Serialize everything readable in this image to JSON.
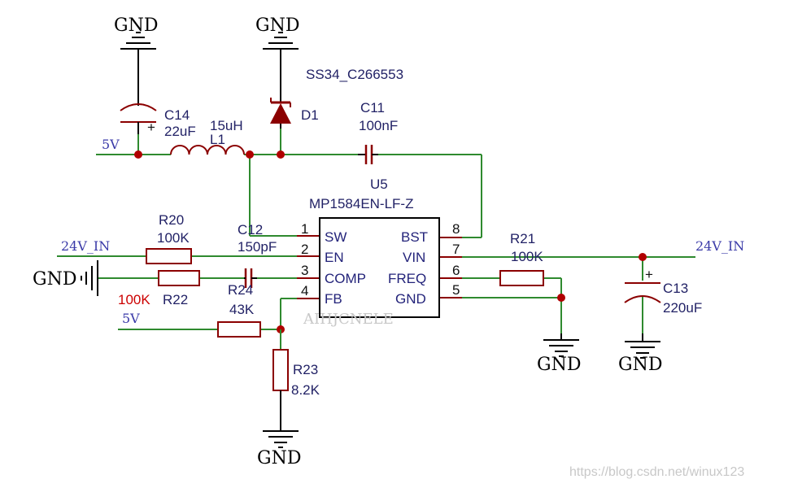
{
  "ground_label": "GND",
  "nets": {
    "net_5v_top": "5V",
    "net_24v_left": "24V_IN",
    "net_5v_bottom": "5V",
    "net_24v_right": "24V_IN"
  },
  "components": {
    "c14_ref": "C14",
    "c14_val": "22uF",
    "l1_ref": "L1",
    "l1_val": "15uH",
    "d1_ref": "D1",
    "d1_part": "SS34_C266553",
    "c11_ref": "C11",
    "c11_val": "100nF",
    "u5_ref": "U5",
    "u5_part": "MP1584EN-LF-Z",
    "c12_ref": "C12",
    "c12_val": "150pF",
    "r20_ref": "R20",
    "r20_val": "100K",
    "r22_ref": "R22",
    "r22_val": "100K",
    "r24_ref": "R24",
    "r24_val": "43K",
    "r21_ref": "R21",
    "r21_val": "100K",
    "c13_ref": "C13",
    "c13_val": "220uF",
    "r23_ref": "R23",
    "r23_val": "8.2K"
  },
  "pins": {
    "p1_num": "1",
    "p1_name": "SW",
    "p2_num": "2",
    "p2_name": "EN",
    "p3_num": "3",
    "p3_name": "COMP",
    "p4_num": "4",
    "p4_name": "FB",
    "p8_num": "8",
    "p8_name": "BST",
    "p7_num": "7",
    "p7_name": "VIN",
    "p6_num": "6",
    "p6_name": "FREQ",
    "p5_num": "5",
    "p5_name": "GND"
  },
  "polarity": "+",
  "watermarks": {
    "center": "AIHJCNELE",
    "corner": "https://blog.csdn.net/winux123"
  },
  "colors": {
    "wire": "#2f8a2f",
    "component": "#8b0000",
    "net_label": "#3a3aa8",
    "junction": "#b00000"
  }
}
